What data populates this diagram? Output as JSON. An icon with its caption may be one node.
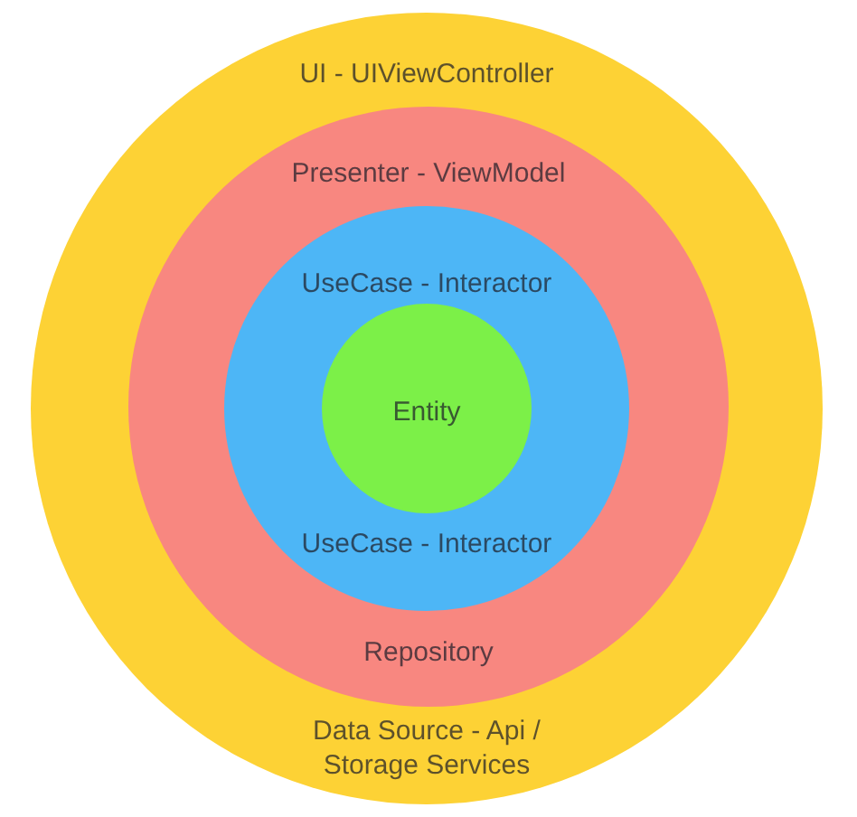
{
  "diagram": {
    "nodes": [
      {
        "text": [
          "UI - UIViewController",
          "Data Source - Api / Storage Services"
        ]
      },
      {
        "text": [
          "Presenter - ViewModel",
          "Repository"
        ],
        "in": 0
      },
      {
        "text": [
          "UseCase - Interactor",
          "UseCase - Interactor"
        ],
        "in": 1
      },
      {
        "text": [
          "Entity"
        ],
        "in": 2
      }
    ]
  }
}
